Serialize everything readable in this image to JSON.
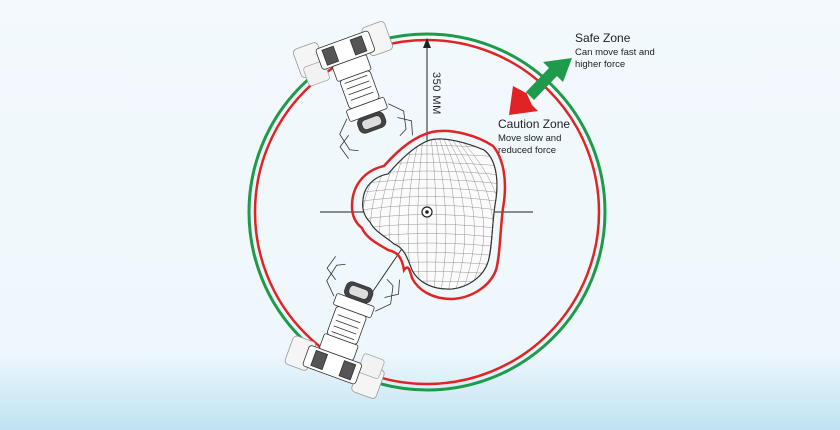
{
  "dimension": {
    "label": "350 MM"
  },
  "zones": {
    "safe": {
      "title": "Safe Zone",
      "desc_lines": [
        "Can move fast and",
        "higher force"
      ],
      "color": "#1f9a4a"
    },
    "caution": {
      "title": "Caution Zone",
      "desc_lines": [
        "Move slow and",
        "reduced force"
      ],
      "color": "#e02424"
    }
  },
  "colors": {
    "background_top": "#f3f9fd",
    "background_bottom": "#bfe2f2",
    "mesh": "#5a5a5a",
    "robot_line": "#333333",
    "axis": "#222222"
  },
  "icons": {
    "safe_arrow": "arrow-outward-icon",
    "caution_arrow": "arrow-inward-icon",
    "robot_arm": "robot-arm-icon"
  }
}
